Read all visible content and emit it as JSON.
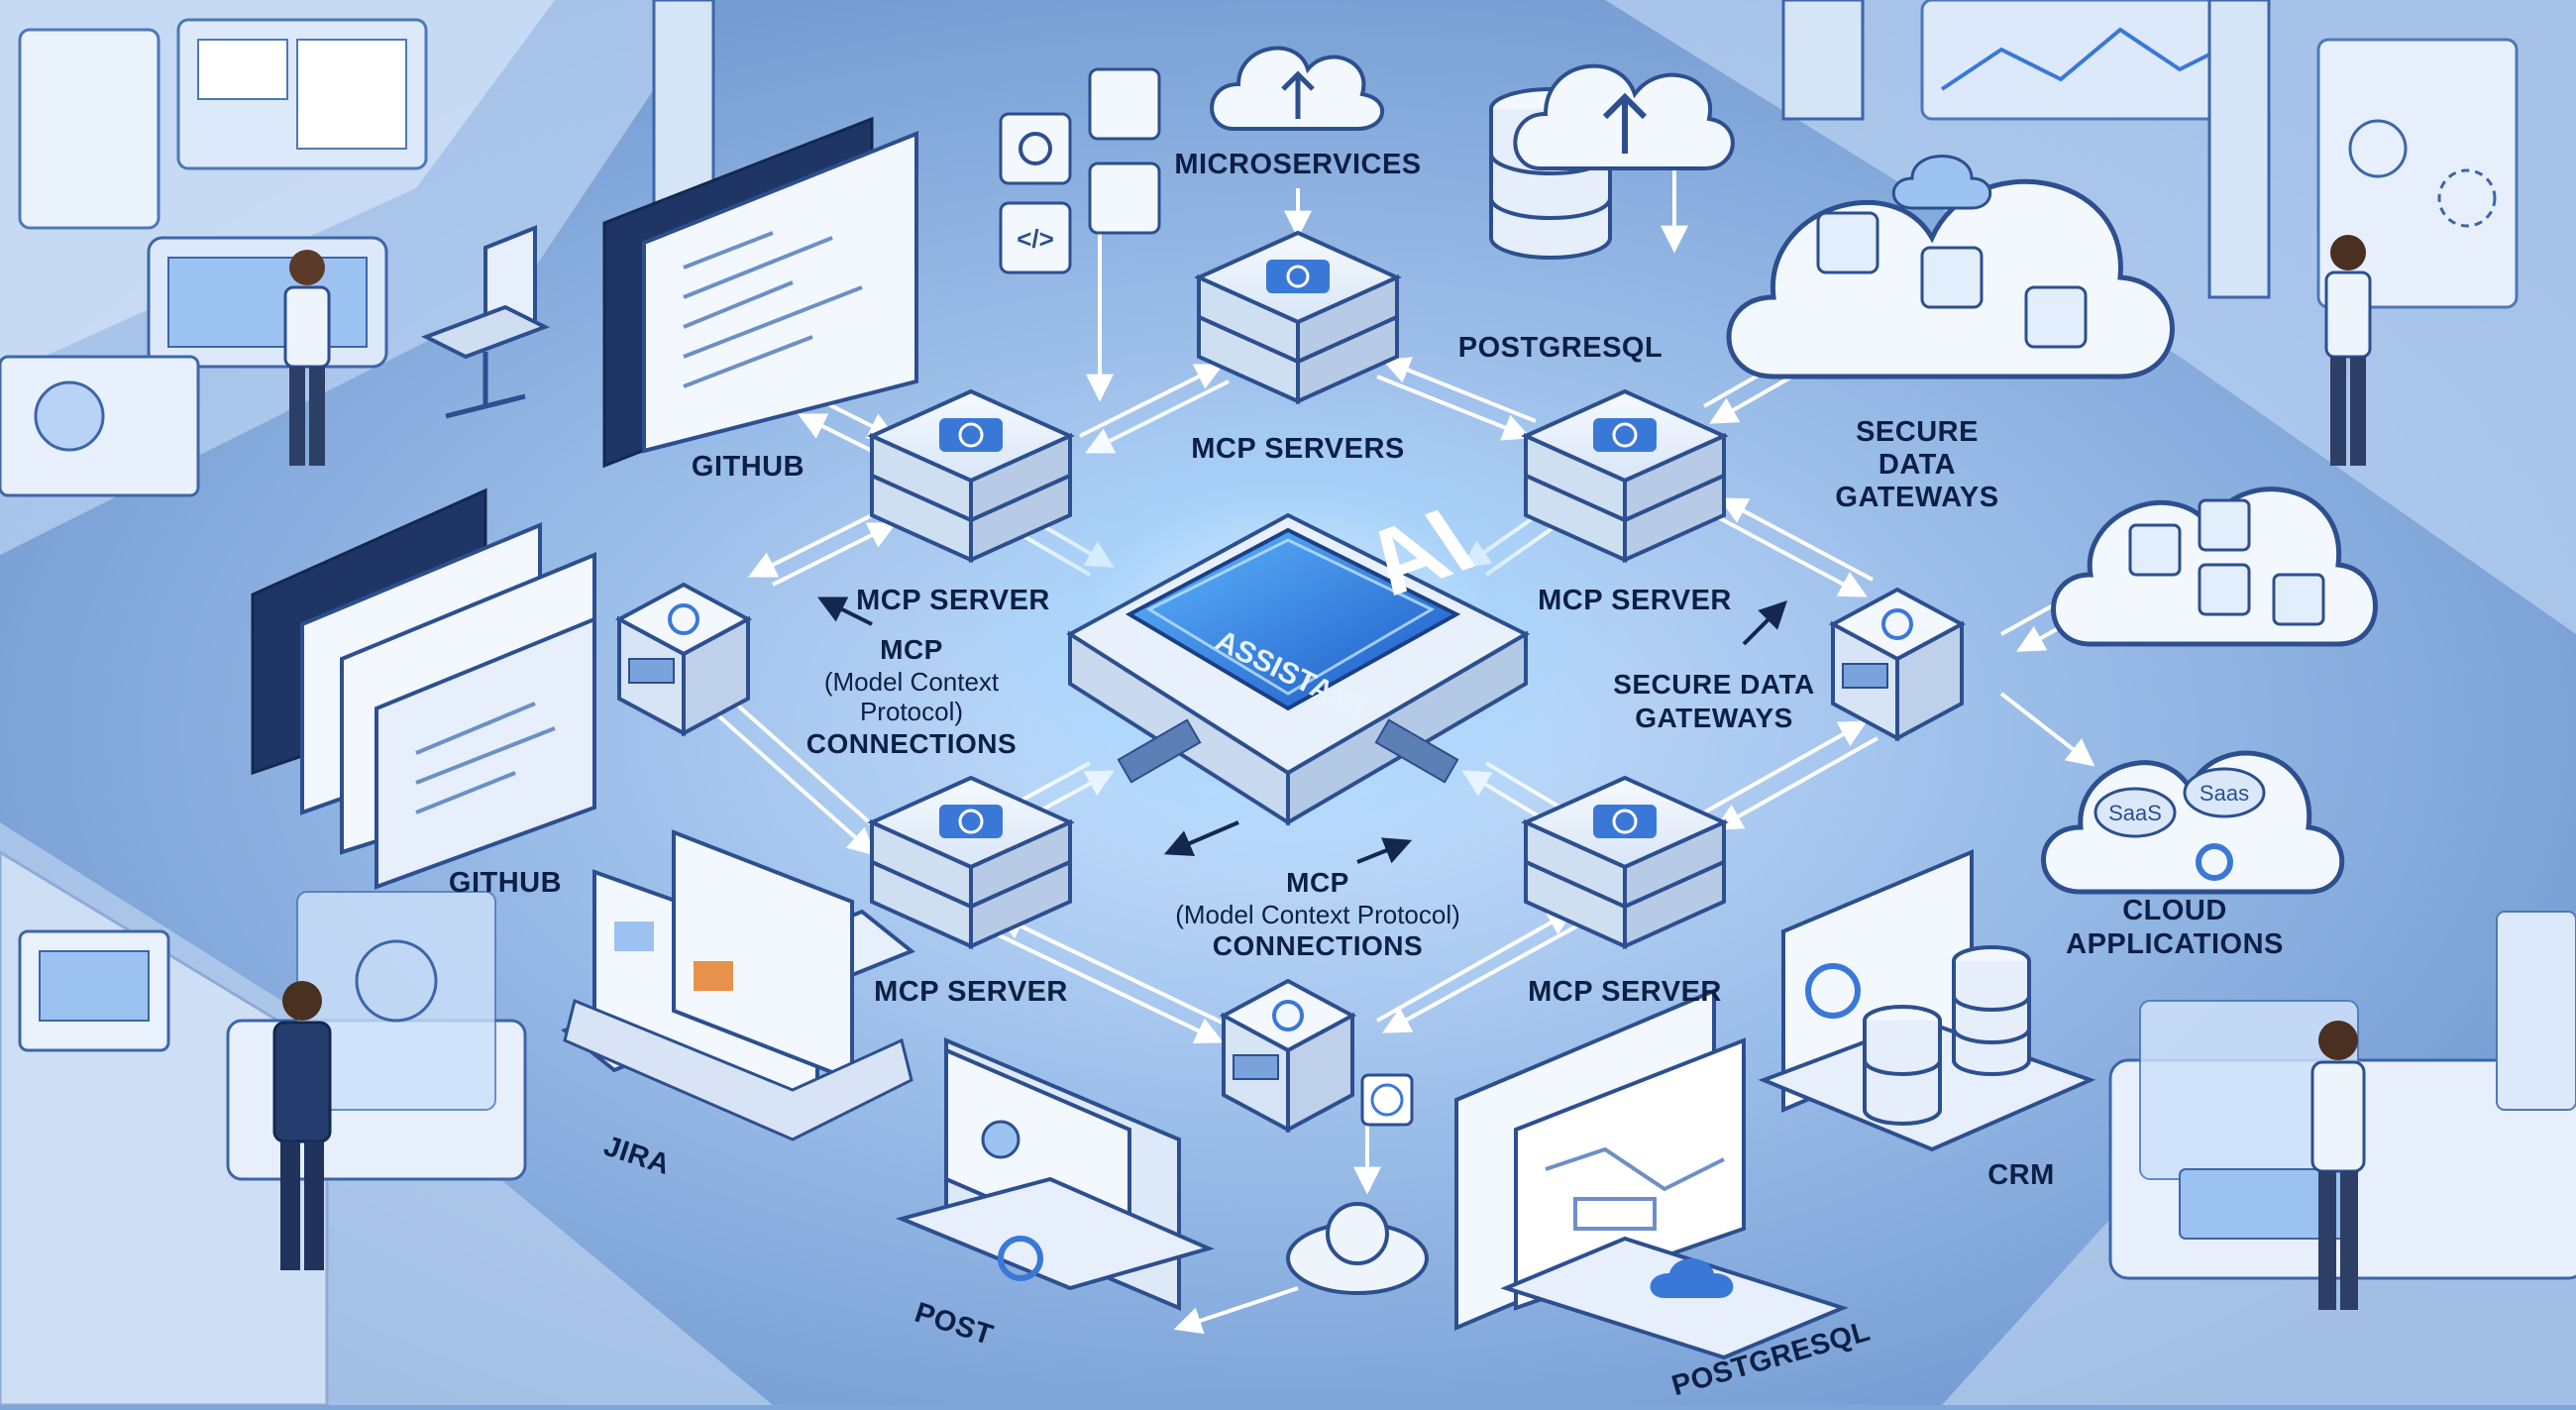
{
  "hub": {
    "title": "AI",
    "subtitle": "ASSISTANT"
  },
  "labels": {
    "microservices": "MICROSERVICES",
    "mcp_servers": "MCP SERVERS",
    "postgresql_top": "POSTGRESQL",
    "github_top": "GITHUB",
    "secure_data_gateways_top": [
      "SECURE",
      "DATA",
      "GATEWAYS"
    ],
    "mcp_server_upper_left": "MCP SERVER",
    "mcp_server_upper_right": "MCP SERVER",
    "mcp_connections_left": [
      "MCP",
      "(Model Context",
      "Protocol)",
      "CONNECTIONS"
    ],
    "secure_data_gateways_mid": [
      "SECURE DATA",
      "GATEWAYS"
    ],
    "github_mid": "GITHUB",
    "mcp_connections_center": [
      "MCP",
      "(Model Context Protocol)",
      "CONNECTIONS"
    ],
    "mcp_server_lower_left": "MCP SERVER",
    "mcp_server_lower_right": "MCP SERVER",
    "cloud_applications": [
      "CLOUD",
      "APPLICATIONS"
    ],
    "jira": "JIRA",
    "crm": "CRM",
    "post": "POST",
    "postgresql_bottom": "POSTGRESQL",
    "saas_1": "SaaS",
    "saas_2": "Saas"
  },
  "colors": {
    "background": "#7fa6d9",
    "floor_light": "#a9c6ec",
    "panel_white": "#eef4fc",
    "accent_blue": "#3a78d8",
    "dark_navy": "#14284f",
    "glow": "#bfe3ff"
  }
}
